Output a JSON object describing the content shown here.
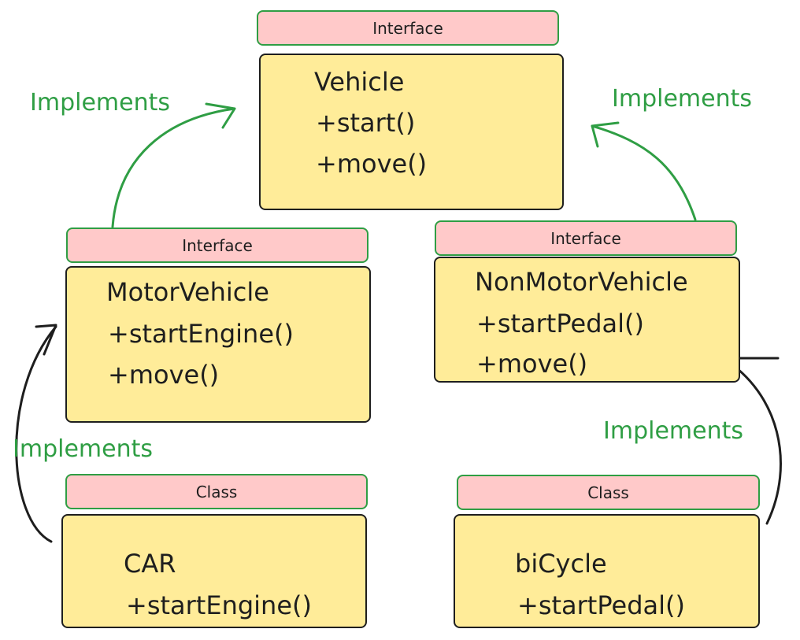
{
  "diagram": {
    "colors": {
      "header_fill": "#ffc9c9",
      "header_stroke": "#2f9e44",
      "body_fill": "#ffec99",
      "body_stroke": "#1e1e1e",
      "label_green": "#2f9e44",
      "arrow_dark": "#1e1e1e"
    },
    "nodes": {
      "vehicle": {
        "stereotype": "Interface",
        "name": "Vehicle",
        "methods": [
          "+start()",
          "+move()"
        ]
      },
      "motor_vehicle": {
        "stereotype": "Interface",
        "name": "MotorVehicle",
        "methods": [
          "+startEngine()",
          "+move()"
        ]
      },
      "non_motor_vehicle": {
        "stereotype": "Interface",
        "name": "NonMotorVehicle",
        "methods": [
          "+startPedal()",
          "+move()"
        ]
      },
      "car": {
        "stereotype": "Class",
        "name": "CAR",
        "methods": [
          "+startEngine()"
        ]
      },
      "bicycle": {
        "stereotype": "Class",
        "name": "biCycle",
        "methods": [
          "+startPedal()"
        ]
      }
    },
    "edges": [
      {
        "from": "motor_vehicle",
        "to": "vehicle",
        "label": "Implements",
        "color": "green"
      },
      {
        "from": "non_motor_vehicle",
        "to": "vehicle",
        "label": "Implements",
        "color": "green"
      },
      {
        "from": "car",
        "to": "motor_vehicle",
        "label": "Implements",
        "color": "dark"
      },
      {
        "from": "bicycle",
        "to": "non_motor_vehicle",
        "label": "Implements",
        "color": "dark"
      }
    ]
  }
}
